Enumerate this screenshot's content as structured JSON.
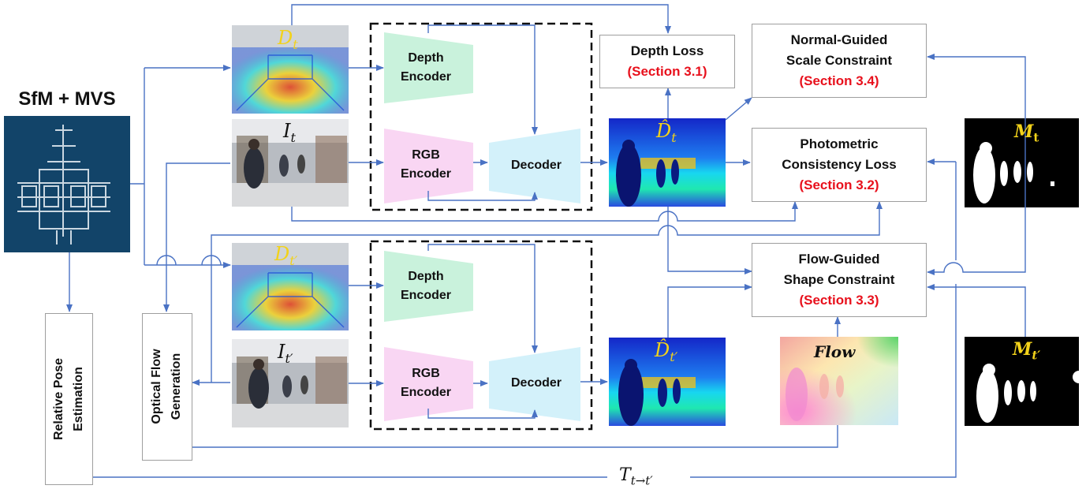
{
  "sfm_title": "SfM + MVS",
  "pose_box": [
    "Relative Pose",
    "Estimation"
  ],
  "flow_gen_box": [
    "Optical Flow",
    "Generation"
  ],
  "top_branch": {
    "depth_label": "D",
    "depth_sub": "t",
    "rgb_label": "I",
    "rgb_sub": "t",
    "depth_encoder": [
      "Depth",
      "Encoder"
    ],
    "rgb_encoder": [
      "RGB",
      "Encoder"
    ],
    "decoder": "Decoder",
    "pred_label": "D̂",
    "pred_sub": "t"
  },
  "bottom_branch": {
    "depth_label": "D",
    "depth_sub": "t′",
    "rgb_label": "I",
    "rgb_sub": "t′",
    "depth_encoder": [
      "Depth",
      "Encoder"
    ],
    "rgb_encoder": [
      "RGB",
      "Encoder"
    ],
    "decoder": "Decoder",
    "pred_label": "D̂",
    "pred_sub": "t′"
  },
  "depth_loss": {
    "title": "Depth Loss",
    "section": "(Section 3.1)"
  },
  "normal_guided": {
    "line1": "Normal-Guided",
    "line2": "Scale Constraint",
    "section": "(Section 3.4)"
  },
  "photometric": {
    "line1": "Photometric",
    "line2": "Consistency Loss",
    "section": "(Section 3.2)"
  },
  "flow_guided": {
    "line1": "Flow-Guided",
    "line2": "Shape Constraint",
    "section": "(Section 3.3)"
  },
  "flow_label": "Flow",
  "mask_top": {
    "label": "M",
    "sub": "t"
  },
  "mask_bottom": {
    "label": "M",
    "sub": "t′"
  },
  "transform_label": {
    "base": "T",
    "sub": "t→t′"
  },
  "colors": {
    "arrow": "#4a72c4",
    "red": "#e8101c",
    "box_border": "#9e9e9e",
    "depth_encoder": "#c9f2dc",
    "rgb_encoder": "#f9d6f3",
    "decoder": "#d3f1fa"
  }
}
